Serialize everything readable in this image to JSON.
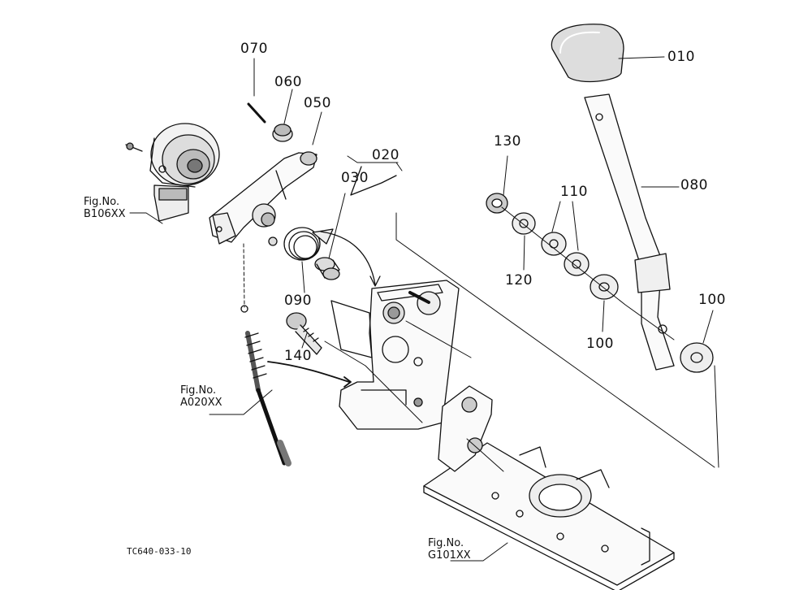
{
  "part_labels": {
    "p010": "010",
    "p020": "020",
    "p030": "030",
    "p050": "050",
    "p060": "060",
    "p070": "070",
    "p080": "080",
    "p090": "090",
    "p100a": "100",
    "p100b": "100",
    "p110": "110",
    "p120": "120",
    "p130": "130",
    "p140": "140"
  },
  "figure_refs": {
    "b106": {
      "line1": "Fig.No.",
      "line2": "B106XX"
    },
    "a020": {
      "line1": "Fig.No.",
      "line2": "A020XX"
    },
    "g101": {
      "line1": "Fig.No.",
      "line2": "G101XX"
    }
  },
  "diagram_code": "TC640-033-10"
}
